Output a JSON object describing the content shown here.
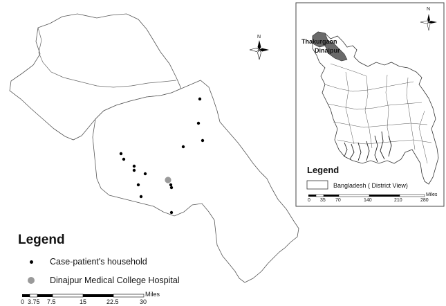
{
  "main_map": {
    "legend": {
      "title": "Legend",
      "items": [
        {
          "label": "Case-patient's household",
          "symbol": "black-dot-icon",
          "color": "#000000"
        },
        {
          "label": "Dinajpur Medical College Hospital",
          "symbol": "gray-dot-icon",
          "color": "#9a9a9a"
        }
      ]
    },
    "scale_bar": {
      "unit": "Miles",
      "ticks": [
        "0",
        "3.75",
        "7.5",
        "15",
        "22.5",
        "30"
      ]
    },
    "north_arrow": {
      "label": "N"
    },
    "households": [
      {
        "id": 1
      },
      {
        "id": 2
      },
      {
        "id": 3
      },
      {
        "id": 4
      },
      {
        "id": 5
      },
      {
        "id": 6
      },
      {
        "id": 7
      },
      {
        "id": 8
      },
      {
        "id": 9
      },
      {
        "id": 10
      },
      {
        "id": 11
      },
      {
        "id": 12
      },
      {
        "id": 13
      },
      {
        "id": 14
      }
    ]
  },
  "inset_map": {
    "north_arrow": {
      "label": "N"
    },
    "district_labels": [
      "Thakurgaon",
      "Dinajpur"
    ],
    "legend": {
      "title": "Legend",
      "items": [
        {
          "label": "Bangladesh ( District View)"
        }
      ]
    },
    "scale_bar": {
      "unit": "Miles",
      "ticks": [
        "0",
        "35",
        "70",
        "140",
        "210",
        "280"
      ]
    }
  }
}
